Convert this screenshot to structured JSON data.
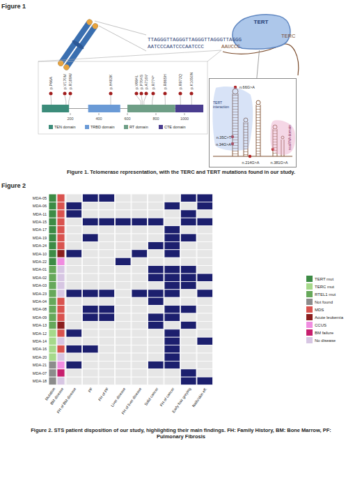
{
  "diagram": {
    "nodes": [
      {
        "text": [
          "TERT"
        ]
      },
      {
        "text": [
          "n.66G>A",
          "n.35C>T",
          "n.34G>A",
          "n.214G>A",
          "n.381G>A"
        ]
      },
      {
        "text": [
          "TERT interaction"
        ],
        "in": 1
      },
      {
        "text": [
          "scaRNA domain"
        ],
        "in": 1
      }
    ],
    "edges": [
      {
        "from": 0,
        "to": 1,
        "arrow": "none"
      }
    ],
    "labels": [
      "Figure 1",
      "TTAGGGTTAGGGTTAGGGTTAGGGTTAGGG",
      "AATCCCAATCCCAATCCC",
      "AAUCCC",
      "TERC",
      "p.P66A",
      "p.V170M",
      "p.R189W",
      "p.H483K",
      "p.V694L",
      "p.P704S",
      "p.A716V",
      "p.R774*",
      "p.R865H",
      "p.R972Q",
      "p.K1050N",
      "200",
      "400",
      "600",
      "800",
      "1000",
      "Figure 1. Telomerase representation, with the TERC and TERT mutations found in our study.",
      "Figure 2",
      "MDA-05",
      "MDA-06",
      "MDA-11",
      "MDA-15",
      "MDA-17",
      "MDA-19",
      "MDA-24",
      "MDA-10",
      "MDA-22",
      "MDA-01",
      "MDA-02",
      "MDA-03",
      "MDA-23",
      "MDA-04",
      "MDA-08",
      "MDA-09",
      "MDA-13",
      "MDA-12",
      "MDA-14",
      "MDA-16",
      "MDA-20",
      "MDA-21",
      "MDA-07",
      "MDA-18",
      "Mutation",
      "BM disease",
      "FH of BM disease",
      "PF",
      "FH of PF",
      "Liver disease",
      "FH of liver disease",
      "Solid cancer",
      "FH of cancer",
      "Early hair greying",
      "Nails/skin eff.",
      "Figure 2. STS patient disposition of our study, highlighting their main findings. FH: Family History, BM: Bone Marrow, PF: Pulmonary Fibrosis"
    ],
    "legend": [
      {
        "text": "TEN domain",
        "color": "#3c8c7a"
      },
      {
        "text": "TRBD domain",
        "color": "#6a9ad6"
      },
      {
        "text": "RT domain",
        "color": "#6e9e86"
      },
      {
        "text": "CTE domain",
        "color": "#4a3d8f"
      },
      {
        "text": "TERT mut",
        "color": "#3d8b45"
      },
      {
        "text": "TERC mut",
        "color": "#a6d98a"
      },
      {
        "text": "RTEL1 mut",
        "color": "#66a85a"
      },
      {
        "text": "Not found",
        "color": "#8c8c8c"
      },
      {
        "text": "MDS",
        "color": "#d9534f"
      },
      {
        "text": "Acute leukemia",
        "color": "#8b1e1e"
      },
      {
        "text": "CCUS",
        "color": "#f08ce0"
      },
      {
        "text": "BM failure",
        "color": "#c71f6e"
      },
      {
        "text": "No disease",
        "color": "#d7c6e3"
      }
    ]
  }
}
